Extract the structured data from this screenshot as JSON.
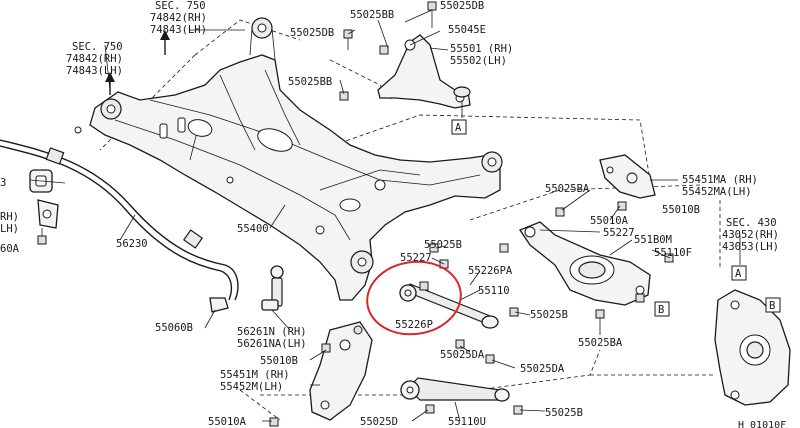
{
  "labels": {
    "sec750_top": "SEC. 750",
    "p74842_top": "74842(RH)",
    "p74843_top": "74843(LH)",
    "sec750_left": "SEC. 750",
    "p74842_left": "74842(RH)",
    "p74843_left": "74843(LH)",
    "p55025db_a": "55025DB",
    "p55025bb_a": "55025BB",
    "p55025db_b": "55025DB",
    "p55045e": "55045E",
    "p55501": "55501 (RH)",
    "p55502": "55502(LH)",
    "p55025bb_b": "55025BB",
    "callout_a_top": "A",
    "p3_left": "3",
    "p_rh_left": "RH)",
    "p_lh_left": "LH)",
    "p60a_left": "60A",
    "p56230": "56230",
    "p55400": "55400",
    "p55451ma": "55451MA (RH)",
    "p55452ma": "55452MA(LH)",
    "p55025ba_a": "55025BA",
    "p55010a_a": "55010A",
    "p55010b_a": "55010B",
    "p55227_a": "55227",
    "sec430": "SEC. 430",
    "p43052": "43052(RH)",
    "p43053": "43053(LH)",
    "p551b0m": "551B0M",
    "p55110f": "55110F",
    "p55025b_a": "55025B",
    "p55227_b": "55227",
    "p55226pa": "55226PA",
    "p55110": "55110",
    "p55226p": "55226P",
    "p55025b_b": "55025B",
    "callout_b_mid": "B",
    "callout_a_right": "A",
    "callout_b_right": "B",
    "p55025ba_b": "55025BA",
    "p55060b": "55060B",
    "p56261n": "56261N (RH)",
    "p56261na": "56261NA(LH)",
    "p55010b_b": "55010B",
    "p55451m": "55451M (RH)",
    "p55452m": "55452M(LH)",
    "p55010a_b": "55010A",
    "p55025da_a": "55025DA",
    "p55025da_b": "55025DA",
    "p55025d": "55025D",
    "p55110u": "55110U",
    "p55025b_c": "55025B",
    "diagram_code": "H 01010F"
  }
}
